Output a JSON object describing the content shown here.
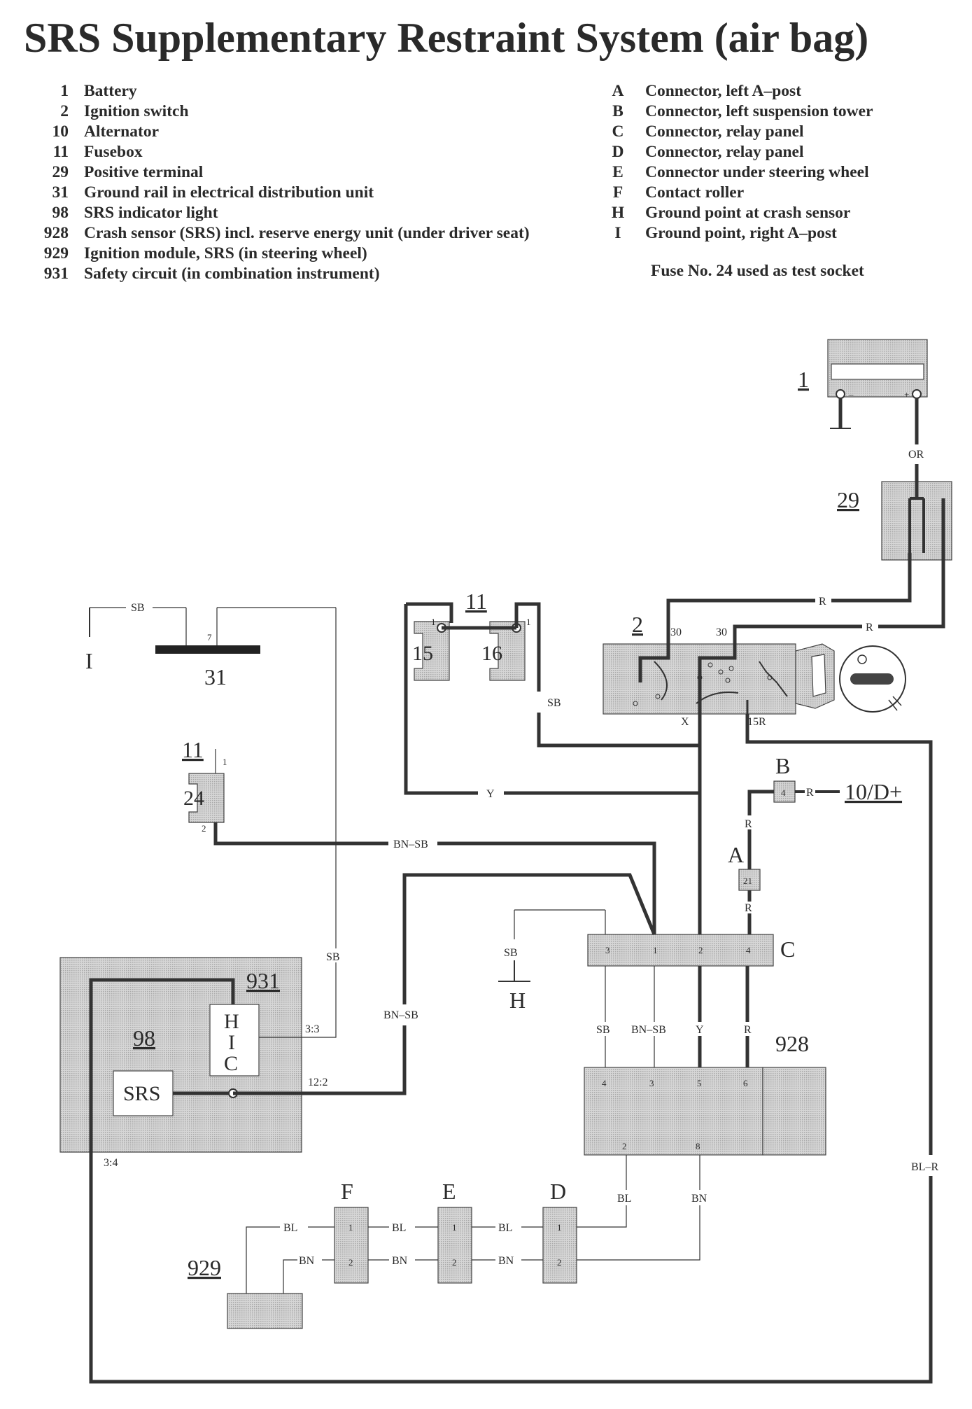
{
  "title": "SRS Supplementary Restraint System (air bag)",
  "legend_left": [
    {
      "key": "1",
      "label": "Battery"
    },
    {
      "key": "2",
      "label": "Ignition switch"
    },
    {
      "key": "10",
      "label": "Alternator"
    },
    {
      "key": "11",
      "label": "Fusebox"
    },
    {
      "key": "29",
      "label": "Positive terminal"
    },
    {
      "key": "31",
      "label": "Ground rail in electrical distribution unit"
    },
    {
      "key": "98",
      "label": "SRS indicator light"
    },
    {
      "key": "928",
      "label": "Crash sensor (SRS) incl. reserve energy unit (under driver seat)"
    },
    {
      "key": "929",
      "label": "Ignition module, SRS (in steering wheel)"
    },
    {
      "key": "931",
      "label": "Safety circuit (in combination instrument)"
    }
  ],
  "legend_right": [
    {
      "key": "A",
      "label": "Connector, left A–post"
    },
    {
      "key": "B",
      "label": "Connector, left suspension tower"
    },
    {
      "key": "C",
      "label": "Connector, relay panel"
    },
    {
      "key": "D",
      "label": "Connector, relay panel"
    },
    {
      "key": "E",
      "label": "Connector under steering wheel"
    },
    {
      "key": "F",
      "label": "Contact roller"
    },
    {
      "key": "H",
      "label": "Ground point at crash sensor"
    },
    {
      "key": "I",
      "label": "Ground point, right A–post"
    }
  ],
  "note": "Fuse No. 24 used as test socket",
  "diagram": {
    "components": {
      "battery": "1",
      "positive_terminal": "29",
      "fusebox_top": "11",
      "fuse_15": "15",
      "fuse_16": "16",
      "ignition_switch": "2",
      "ground_rail": "31",
      "ground_i": "I",
      "fusebox_left": "11",
      "fuse_24": "24",
      "indicator": "98",
      "srs_lamp": "SRS",
      "safety_circuit": "931",
      "hic_h": "H",
      "hic_i": "I",
      "hic_c": "C",
      "crash_sensor": "928",
      "ignition_module": "929",
      "ground_h": "H",
      "alternator": "10/D+",
      "conn_a": "A",
      "conn_b": "B",
      "conn_c": "C",
      "conn_d": "D",
      "conn_e": "E",
      "conn_f": "F"
    },
    "wire_labels": {
      "or": "OR",
      "r1": "R",
      "r2": "R",
      "sb_top": "SB",
      "sb_fuse": "SB",
      "y": "Y",
      "r_b": "R",
      "r_a_top": "R",
      "r_a_bot": "R",
      "bn_sb_1": "BN–SB",
      "bn_sb_2": "BN–SB",
      "sb_left": "SB",
      "sb_h": "SB",
      "c_sb": "SB",
      "c_bn_sb": "BN–SB",
      "c_y": "Y",
      "c_r": "R",
      "bl_r": "BL–R",
      "bl_928": "BL",
      "bn_928": "BN",
      "bl_1": "BL",
      "bl_2": "BL",
      "bl_3": "BL",
      "bn_1": "BN",
      "bn_2": "BN",
      "bn_3": "BN"
    },
    "pins": {
      "bat_minus": "–",
      "bat_plus": "+",
      "f15_pin": "1",
      "f16_pin": "1",
      "sw_30a": "30",
      "sw_30b": "30",
      "sw_x": "X",
      "sw_15r": "15R",
      "rail_7": "7",
      "f24_1": "1",
      "f24_2": "2",
      "c_3": "3",
      "c_1": "1",
      "c_2": "2",
      "c_4": "4",
      "b_4": "4",
      "a_21": "21",
      "s_4": "4",
      "s_3": "3",
      "s_5": "5",
      "s_6": "6",
      "s_2": "2",
      "s_8": "8",
      "p_33": "3:3",
      "p_122": "12:2",
      "p_34": "3:4",
      "f_1": "1",
      "f_2": "2",
      "e_1": "1",
      "e_2": "2",
      "d_1": "1",
      "d_2": "2"
    }
  }
}
